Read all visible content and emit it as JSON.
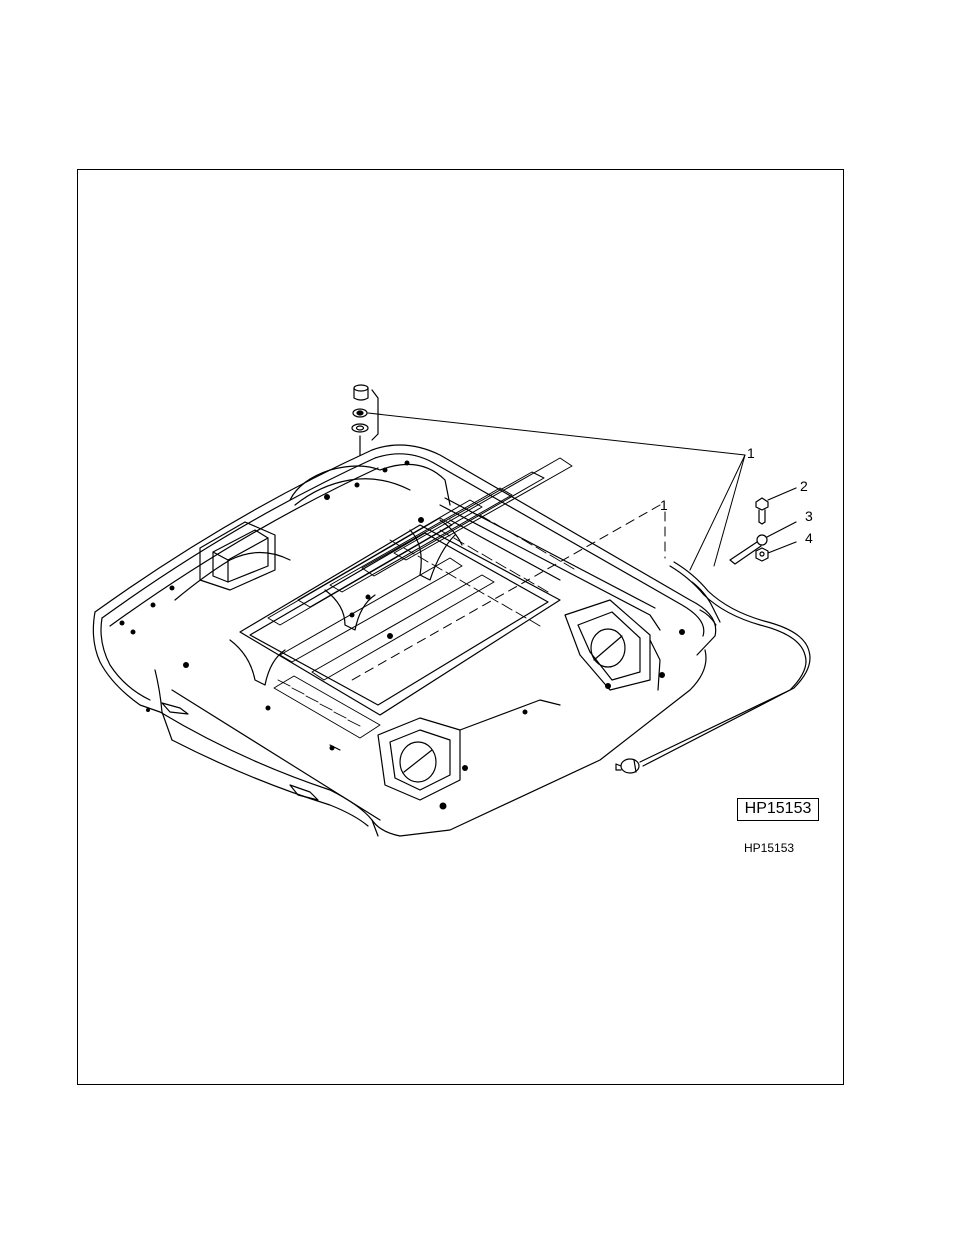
{
  "figure": {
    "callouts": [
      {
        "id": "callout-1-right",
        "label": "1"
      },
      {
        "id": "callout-1-center",
        "label": "1"
      },
      {
        "id": "callout-2",
        "label": "2"
      },
      {
        "id": "callout-3",
        "label": "3"
      },
      {
        "id": "callout-4",
        "label": "4"
      }
    ],
    "reference_box": "HP15153",
    "reference_caption": "HP15153"
  }
}
